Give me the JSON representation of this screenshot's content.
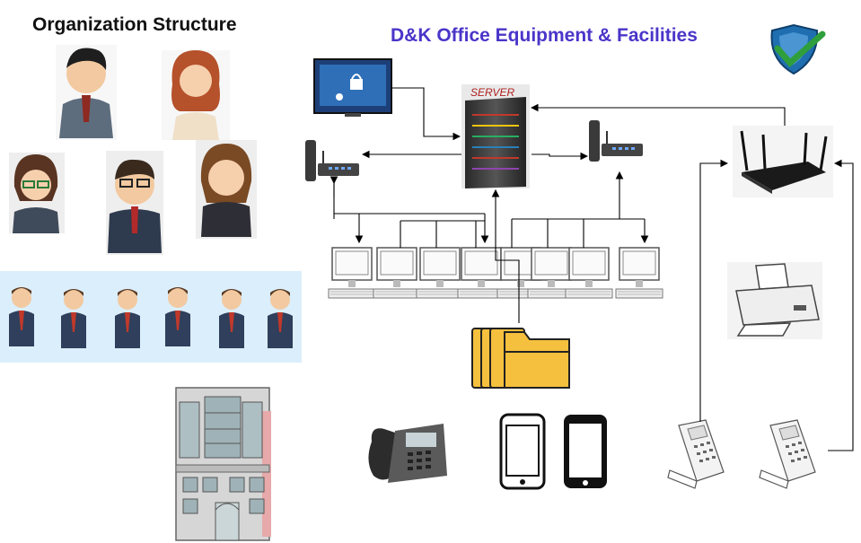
{
  "left_title": "Organization Structure",
  "right_title": "D&K Office Equipment & Facilities",
  "server_label": "SERVER",
  "colors": {
    "title_accent": "#4a35c9",
    "team_band": "#dbeefb",
    "shield_blue": "#1f6fb0",
    "check_green": "#2f9e3c",
    "folder_yellow": "#f5c03d",
    "monitor_blue": "#1d3f77"
  },
  "icons": [
    "person-avatar",
    "team-people",
    "office-building",
    "shield-check-icon",
    "desktop-security-icon",
    "server-icon",
    "modem-icon",
    "wifi-router-icon",
    "computer-icon",
    "folder-icon",
    "printer-icon",
    "desk-phone-icon",
    "smartphone-icon",
    "card-terminal-icon"
  ]
}
